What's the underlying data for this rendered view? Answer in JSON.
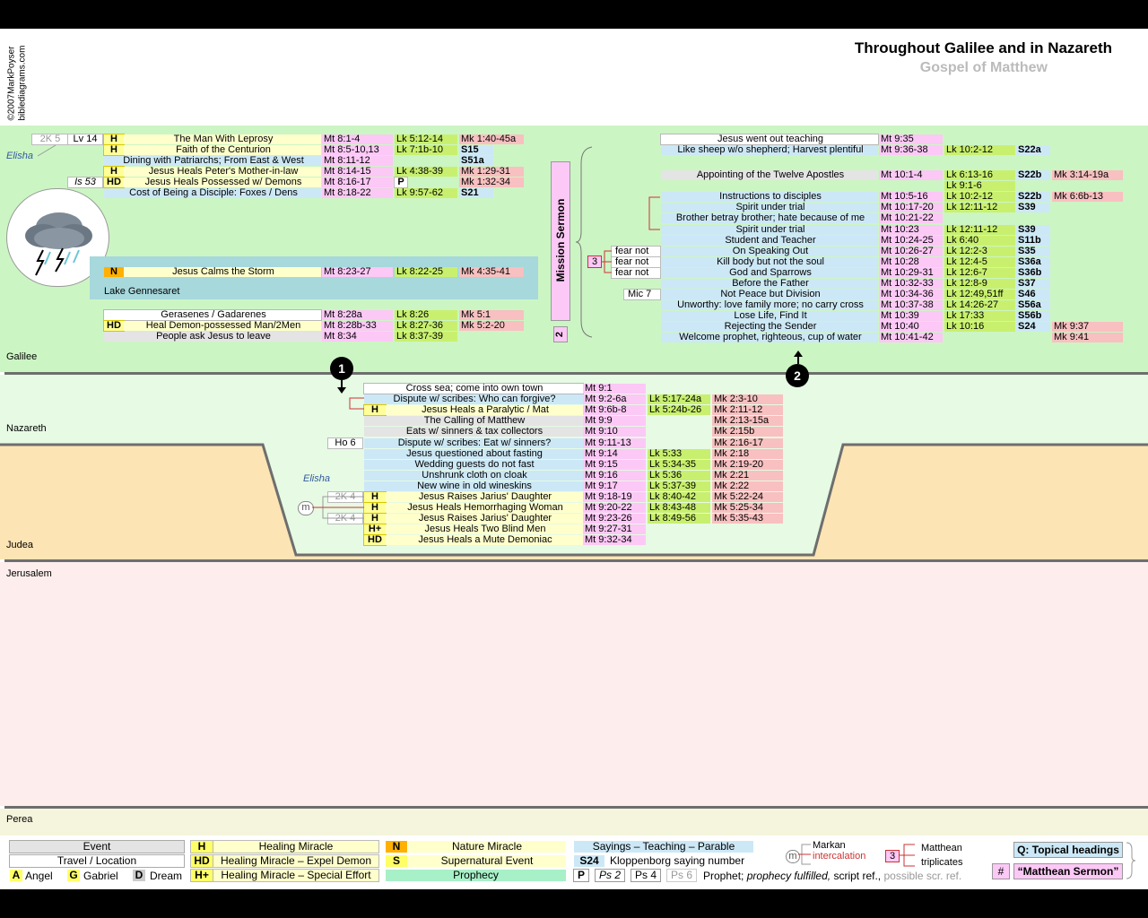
{
  "header": {
    "title": "Throughout Galilee and in Nazareth",
    "subtitle": "Gospel of Matthew",
    "copyright": "©2007MarkPoyser",
    "site": "biblediagrams.com"
  },
  "regions": {
    "galilee": "Galilee",
    "nazareth": "Nazareth",
    "judea": "Judea",
    "jerusalem": "Jerusalem",
    "perea": "Perea",
    "lake": "Lake Gennesaret"
  },
  "markers": {
    "one": "1",
    "two": "2"
  },
  "galilee_top": [
    {
      "pre": "2K 5",
      "pre2": "Lv 14",
      "cat": "H",
      "event": "The Man With Leprosy",
      "mt": "Mt 8:1-4",
      "lk": "Lk 5:12-14",
      "mk": "Mk 1:40-45a"
    },
    {
      "pre": "",
      "pre2": "",
      "cat": "H",
      "event": "Faith of the Centurion",
      "mt": "Mt 8:5-10,13",
      "lk": "Lk 7:1b-10",
      "q": "S15"
    },
    {
      "pre": "",
      "pre2": "",
      "cat": "",
      "event": "Dining with Patriarchs; From East & West",
      "mt": "Mt 8:11-12",
      "lk": "",
      "q": "S51a"
    },
    {
      "pre": "",
      "pre2": "",
      "cat": "H",
      "event": "Jesus Heals Peter's Mother-in-law",
      "mt": "Mt 8:14-15",
      "lk": "Lk 4:38-39",
      "mk": "Mk 1:29-31"
    },
    {
      "pre": "",
      "pre2": "Is 53",
      "cat": "HD",
      "event": "Jesus Heals Possessed w/ Demons",
      "mt": "Mt 8:16-17",
      "lk": "P",
      "mk": "Mk 1:32-34"
    },
    {
      "pre": "",
      "pre2": "",
      "cat": "",
      "event": "Cost of Being a Disciple: Foxes / Dens",
      "mt": "Mt 8:18-22",
      "lk": "Lk 9:57-62",
      "q": "S21"
    }
  ],
  "elisha": "Elisha",
  "storm": {
    "cat": "N",
    "event": "Jesus Calms the Storm",
    "mt": "Mt 8:23-27",
    "lk": "Lk 8:22-25",
    "mk": "Mk 4:35-41"
  },
  "gerasenes": [
    {
      "cat": "",
      "event": "Gerasenes / Gadarenes",
      "mt": "Mt 8:28a",
      "lk": "Lk 8:26",
      "mk": "Mk 5:1"
    },
    {
      "cat": "HD",
      "event": "Heal Demon-possessed Man/2Men",
      "mt": "Mt 8:28b-33",
      "lk": "Lk 8:27-36",
      "mk": "Mk 5:2-20"
    },
    {
      "cat": "",
      "event": "People ask Jesus to leave",
      "mt": "Mt 8:34",
      "lk": "Lk 8:37-39",
      "mk": ""
    }
  ],
  "mission": {
    "label": "Mission Sermon",
    "num": "2",
    "triplicate": "3"
  },
  "mission_rows": [
    {
      "pre": "",
      "event": "Jesus went out teaching",
      "mt": "Mt 9:35",
      "lk": "",
      "q": "",
      "mk": ""
    },
    {
      "pre": "",
      "event": "Like sheep w/o shepherd; Harvest plentiful",
      "mt": "Mt 9:36-38",
      "lk": "Lk 10:2-12",
      "q": "S22a",
      "mk": ""
    },
    {
      "pre": "",
      "event": "Appointing of the Twelve  Apostles",
      "mt": "Mt 10:1-4",
      "lk": "Lk 6:13-16",
      "q": "S22b",
      "mk": "Mk 3:14-19a"
    },
    {
      "pre": "",
      "event": "",
      "mt": "",
      "lk": "Lk 9:1-6",
      "q": "",
      "mk": ""
    },
    {
      "pre": "",
      "event": "Instructions to disciples",
      "mt": "Mt 10:5-16",
      "lk": "Lk 10:2-12",
      "q": "S22b",
      "mk": "Mk 6:6b-13"
    },
    {
      "pre": "",
      "event": "Spirit under trial",
      "mt": "Mt 10:17-20",
      "lk": "Lk 12:11-12",
      "q": "S39",
      "mk": ""
    },
    {
      "pre": "",
      "event": "Brother betray brother; hate because of me",
      "mt": "Mt 10:21-22",
      "lk": "",
      "q": "",
      "mk": ""
    },
    {
      "pre": "",
      "event": "Spirit under trial",
      "mt": "Mt 10:23",
      "lk": "Lk 12:11-12",
      "q": "S39",
      "mk": ""
    },
    {
      "pre": "",
      "event": "Student and Teacher",
      "mt": "Mt 10:24-25",
      "lk": "Lk 6:40",
      "q": "S11b",
      "mk": ""
    },
    {
      "pre": "fear not",
      "event": "On Speaking Out",
      "mt": "Mt 10:26-27",
      "lk": "Lk 12:2-3",
      "q": "S35",
      "mk": ""
    },
    {
      "pre": "fear not",
      "event": "Kill body but not the soul",
      "mt": "Mt 10:28",
      "lk": "Lk 12:4-5",
      "q": "S36a",
      "mk": ""
    },
    {
      "pre": "fear not",
      "event": "God and Sparrows",
      "mt": "Mt 10:29-31",
      "lk": "Lk 12:6-7",
      "q": "S36b",
      "mk": ""
    },
    {
      "pre": "",
      "event": "Before the Father",
      "mt": "Mt 10:32-33",
      "lk": "Lk 12:8-9",
      "q": "S37",
      "mk": ""
    },
    {
      "pre": "Mic 7",
      "event": "Not Peace but Division",
      "mt": "Mt 10:34-36",
      "lk": "Lk 12:49,51ff",
      "q": "S46",
      "mk": ""
    },
    {
      "pre": "",
      "event": "Unworthy: love family more; no carry cross",
      "mt": "Mt 10:37-38",
      "lk": "Lk 14:26-27",
      "q": "S56a",
      "mk": ""
    },
    {
      "pre": "",
      "event": "Lose Life, Find It",
      "mt": "Mt 10:39",
      "lk": "Lk 17:33",
      "q": "S56b",
      "mk": ""
    },
    {
      "pre": "",
      "event": "Rejecting the Sender",
      "mt": "Mt 10:40",
      "lk": "Lk 10:16",
      "q": "S24",
      "mk": "Mk 9:37"
    },
    {
      "pre": "",
      "event": "Welcome prophet, righteous, cup of water",
      "mt": "Mt 10:41-42",
      "lk": "",
      "q": "",
      "mk": "Mk 9:41"
    }
  ],
  "nazareth_rows": [
    {
      "pre": "",
      "cat": "",
      "event": "Cross sea; come into own town",
      "mt": "Mt 9:1",
      "lk": "",
      "mk": ""
    },
    {
      "pre": "",
      "cat": "",
      "event": "Dispute w/ scribes: Who can forgive?",
      "mt": "Mt 9:2-6a",
      "lk": "Lk 5:17-24a",
      "mk": "Mk 2:3-10"
    },
    {
      "pre": "",
      "cat": "H",
      "event": "Jesus Heals a Paralytic / Mat",
      "mt": "Mt 9:6b-8",
      "lk": "Lk 5:24b-26",
      "mk": "Mk 2:11-12"
    },
    {
      "pre": "",
      "cat": "",
      "event": "The Calling of Matthew",
      "mt": "Mt 9:9",
      "lk": "",
      "mk": "Mk 2:13-15a"
    },
    {
      "pre": "",
      "cat": "",
      "event": "Eats w/ sinners & tax collectors",
      "mt": "Mt 9:10",
      "lk": "",
      "mk": "Mk 2:15b"
    },
    {
      "pre": "Ho 6",
      "cat": "",
      "event": "Dispute w/ scribes: Eat w/ sinners?",
      "mt": "Mt 9:11-13",
      "lk": "",
      "mk": "Mk 2:16-17"
    },
    {
      "pre": "",
      "cat": "",
      "event": "Jesus questioned about fasting",
      "mt": "Mt 9:14",
      "lk": "Lk 5:33",
      "mk": "Mk 2:18"
    },
    {
      "pre": "",
      "cat": "",
      "event": "Wedding guests do not fast",
      "mt": "Mt 9:15",
      "lk": "Lk 5:34-35",
      "mk": "Mk 2:19-20"
    },
    {
      "pre": "",
      "cat": "",
      "event": "Unshrunk cloth on cloak",
      "mt": "Mt 9:16",
      "lk": "Lk 5:36",
      "mk": "Mk 2:21"
    },
    {
      "pre": "",
      "cat": "",
      "event": "New wine in old wineskins",
      "mt": "Mt 9:17",
      "lk": "Lk 5:37-39",
      "mk": "Mk 2:22"
    },
    {
      "pre": "2K 4",
      "cat": "H",
      "event": "Jesus Raises Jarius' Daughter",
      "mt": "Mt 9:18-19",
      "lk": "Lk 8:40-42",
      "mk": "Mk 5:22-24"
    },
    {
      "pre": "",
      "cat": "H",
      "event": "Jesus Heals Hemorrhaging Woman",
      "mt": "Mt 9:20-22",
      "lk": "Lk 8:43-48",
      "mk": "Mk 5:25-34"
    },
    {
      "pre": "2K 4",
      "cat": "H",
      "event": "Jesus Raises Jarius' Daughter",
      "mt": "Mt 9:23-26",
      "lk": "Lk 8:49-56",
      "mk": "Mk 5:35-43"
    },
    {
      "pre": "",
      "cat": "H+",
      "event": "Jesus Heals Two Blind Men",
      "mt": "Mt 9:27-31",
      "lk": "",
      "mk": ""
    },
    {
      "pre": "",
      "cat": "HD",
      "event": "Jesus Heals a Mute Demoniac",
      "mt": "Mt 9:32-34",
      "lk": "",
      "mk": ""
    }
  ],
  "intercalation_mark": "m",
  "legend": {
    "event": "Event",
    "travel": "Travel / Location",
    "angel_k": "A",
    "angel": "Angel",
    "gabriel_k": "G",
    "gabriel": "Gabriel",
    "dream_k": "D",
    "dream": "Dream",
    "h_k": "H",
    "h": "Healing Miracle",
    "hd_k": "HD",
    "hd": "Healing Miracle – Expel Demon",
    "hp_k": "H+",
    "hp": "Healing Miracle – Special Effort",
    "n_k": "N",
    "n": "Nature Miracle",
    "s_k": "S",
    "s": "Supernatural Event",
    "prophecy": "Prophecy",
    "sayings": "Sayings – Teaching – Parable",
    "s24": "S24",
    "kloppenborg": "Kloppenborg saying number",
    "p_k": "P",
    "ps2": "Ps 2",
    "ps4": "Ps 4",
    "ps6": "Ps 6",
    "prophet_a": "Prophet;",
    "prophet_b": "prophecy fulfilled,",
    "prophet_c": "script ref.,",
    "prophet_d": "possible scr. ref.",
    "markan": "Markan",
    "intercalation": "intercalation",
    "m_k": "m",
    "trip_k": "3",
    "matthean": "Matthean",
    "triplicates": "triplicates",
    "q_head": "Q: Topical headings",
    "hash": "#",
    "sermon": "“Matthean Sermon”"
  }
}
